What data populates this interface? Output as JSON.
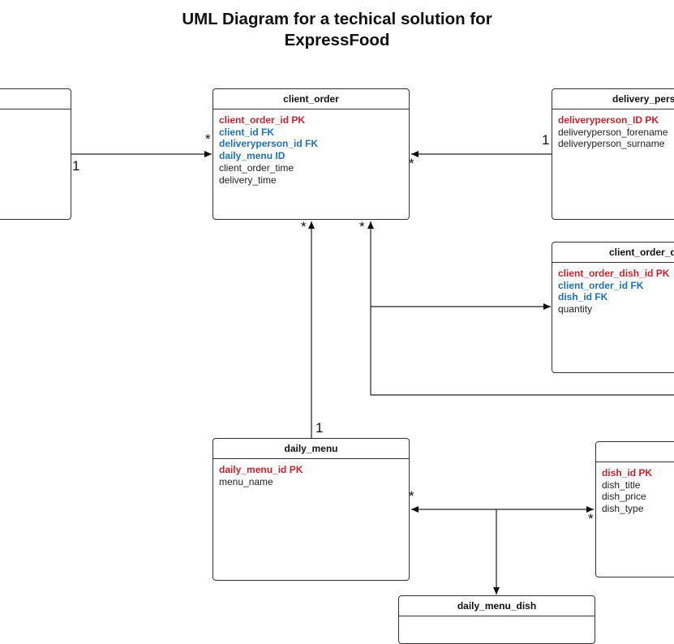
{
  "title": {
    "line1": "UML Diagram for a techical solution for",
    "line2": "ExpressFood"
  },
  "entities": {
    "client_order": {
      "name": "client_order",
      "attributes": [
        {
          "text": "client_order_id PK",
          "kind": "pk"
        },
        {
          "text": "client_id FK",
          "kind": "fk"
        },
        {
          "text": "deliveryperson_id FK",
          "kind": "fk"
        },
        {
          "text": "daily_menu ID",
          "kind": "fk"
        },
        {
          "text": "client_order_time",
          "kind": "plain"
        },
        {
          "text": "delivery_time",
          "kind": "plain"
        }
      ]
    },
    "delivery_person": {
      "name": "delivery_pers",
      "attributes": [
        {
          "text": "deliveryperson_ID PK",
          "kind": "pk"
        },
        {
          "text": "deliveryperson_forename",
          "kind": "plain"
        },
        {
          "text": "deliveryperson_surname",
          "kind": "plain"
        }
      ]
    },
    "client_order_dish": {
      "name": "client_order_d",
      "attributes": [
        {
          "text": "client_order_dish_id PK",
          "kind": "pk"
        },
        {
          "text": "client_order_id FK",
          "kind": "fk"
        },
        {
          "text": "dish_id FK",
          "kind": "fk"
        },
        {
          "text": "quantity",
          "kind": "plain"
        }
      ]
    },
    "daily_menu": {
      "name": "daily_menu",
      "attributes": [
        {
          "text": "daily_menu_id PK",
          "kind": "pk"
        },
        {
          "text": "menu_name",
          "kind": "plain"
        }
      ]
    },
    "dish": {
      "name": "",
      "attributes": [
        {
          "text": "dish_id PK",
          "kind": "pk"
        },
        {
          "text": "dish_title",
          "kind": "plain"
        },
        {
          "text": "dish_price",
          "kind": "plain"
        },
        {
          "text": "dish_type",
          "kind": "plain"
        }
      ]
    },
    "daily_menu_dish": {
      "name": "daily_menu_dish",
      "attributes": []
    }
  },
  "multiplicities": {
    "client_to_order_star": "*",
    "client_to_order_one": "1",
    "delivery_to_order_one": "1",
    "delivery_to_order_star": "*",
    "menu_to_order_star": "*",
    "order_to_orderdish_star": "*",
    "menu_to_order_one": "1",
    "menu_dish_left_star": "*",
    "menu_dish_right_star": "*"
  }
}
